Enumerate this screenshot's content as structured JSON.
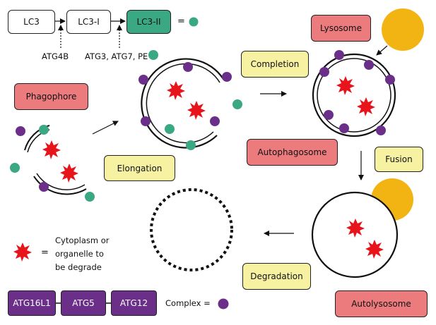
{
  "lc3_chain": {
    "lc3": "LC3",
    "lc3_i": "LC3-I",
    "lc3_ii": "LC3-II",
    "equals": "=",
    "enzyme_1": "ATG4B",
    "enzyme_2": "ATG3, ATG7, PE"
  },
  "stages": {
    "phagophore": "Phagophore",
    "elongation": "Elongation",
    "completion": "Completion",
    "lysosome": "Lysosome",
    "autophagosome": "Autophagosome",
    "fusion": "Fusion",
    "autolysosome": "Autolysosome",
    "degradation": "Degradation"
  },
  "legend": {
    "cargo_equals": "=",
    "cargo_text_1": "Cytoplasm or",
    "cargo_text_2": "organelle to",
    "cargo_text_3": "be degrade",
    "complex_1": "ATG16L1",
    "complex_2": "ATG5",
    "complex_3": "ATG12",
    "complex_label": "Complex ="
  },
  "colors": {
    "lc3_ii_green": "#3aa882",
    "complex_purple": "#6b2f8a",
    "cargo_red": "#e8141c",
    "lysosome_orange": "#f2b413",
    "stage_yellow": "#f7f2a2",
    "label_pink": "#ec7b7e"
  }
}
